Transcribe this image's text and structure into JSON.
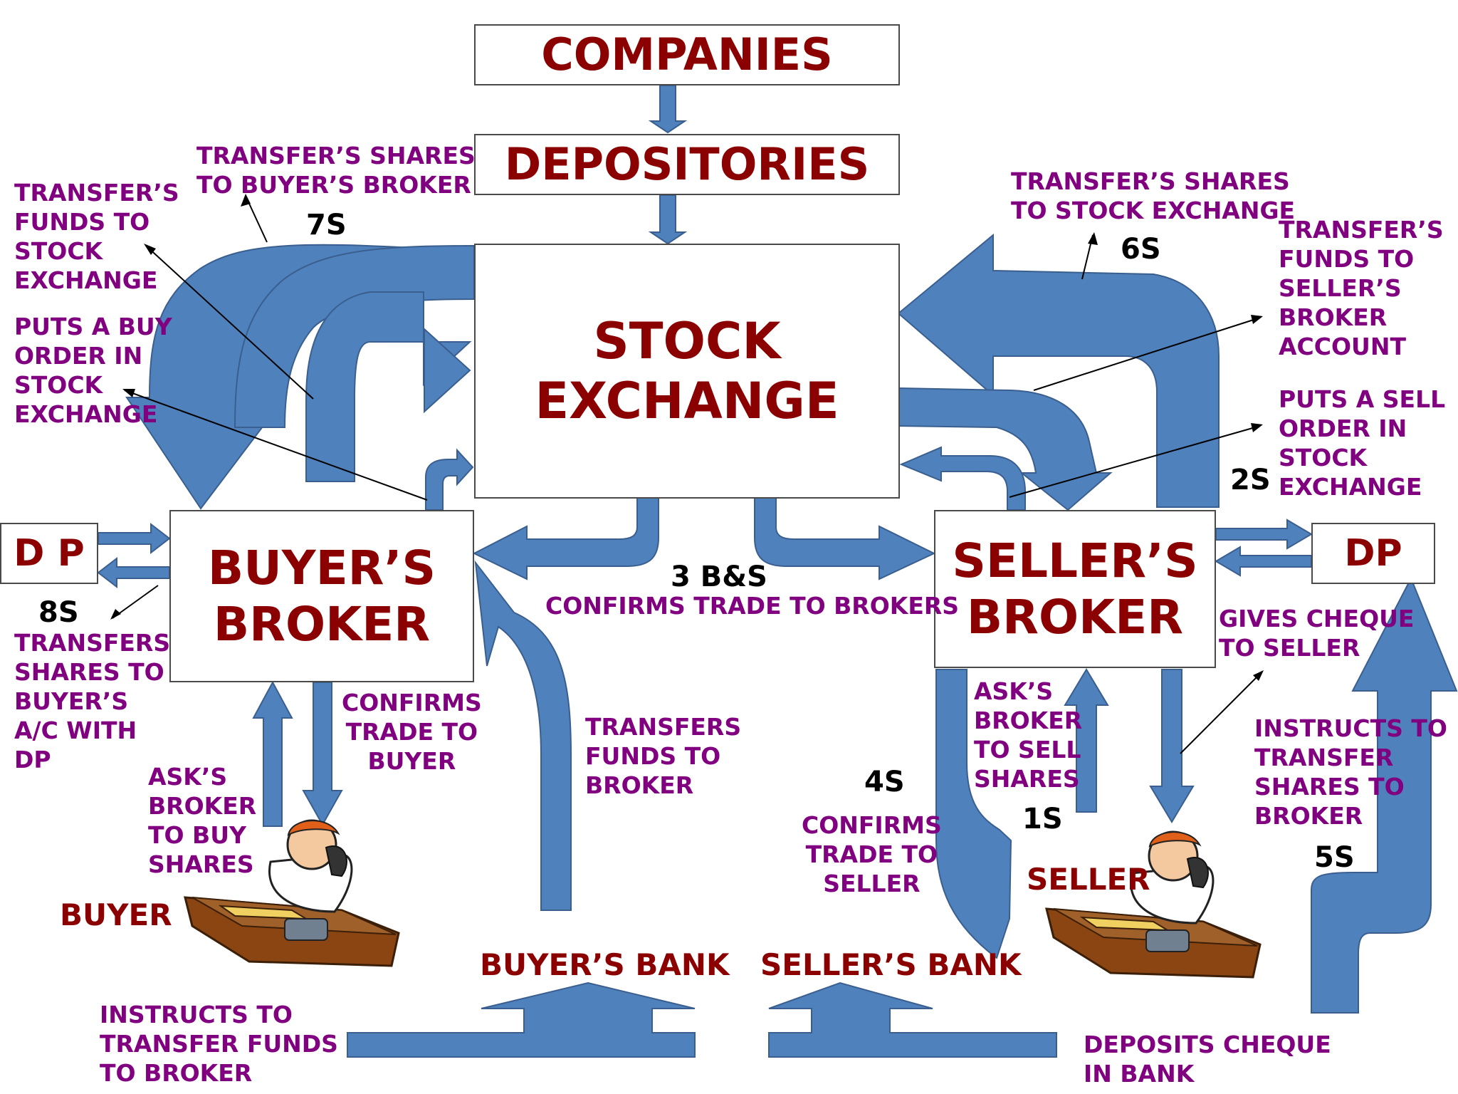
{
  "nodes": {
    "companies": "COMPANIES",
    "depositories": "DEPOSITORIES",
    "stock_exchange": "STOCK\nEXCHANGE",
    "buyers_broker": "BUYER’S\nBROKER",
    "sellers_broker": "SELLER’S\nBROKER",
    "dp_left": "D P",
    "dp_right": "DP",
    "buyer": "BUYER",
    "seller": "SELLER",
    "buyers_bank": "BUYER’S BANK",
    "sellers_bank": "SELLER’S BANK"
  },
  "labels": {
    "transfer_shares_to_buyers_broker": "TRANSFER’S SHARES\nTO BUYER’S BROKER",
    "transfer_funds_to_stock_exchange": "TRANSFER’S\nFUNDS TO\nSTOCK\nEXCHANGE",
    "puts_buy_order": "PUTS A BUY\nORDER IN\nSTOCK\nEXCHANGE",
    "transfers_shares_to_buyer_ac": "TRANSFERS\nSHARES TO\nBUYER’S\nA/C WITH\nDP",
    "asks_broker_to_buy": "ASK’S\nBROKER\nTO BUY\nSHARES",
    "confirms_trade_to_buyer": "CONFIRMS\nTRADE TO\nBUYER",
    "transfers_funds_to_broker": "TRANSFERS\nFUNDS TO\nBROKER",
    "confirms_trade_to_brokers": "CONFIRMS TRADE TO BROKERS",
    "instructs_transfer_funds": "INSTRUCTS TO\nTRANSFER FUNDS\nTO BROKER",
    "transfer_shares_to_stock_exchange": "TRANSFER’S SHARES\nTO STOCK EXCHANGE",
    "transfer_funds_to_sellers_broker": "TRANSFER’S\nFUNDS TO\nSELLER’S\nBROKER\nACCOUNT",
    "puts_sell_order": "PUTS A SELL\nORDER IN\nSTOCK\nEXCHANGE",
    "gives_cheque_to_seller": "GIVES CHEQUE\nTO SELLER",
    "asks_broker_to_sell": "ASK’S\nBROKER\nTO SELL\nSHARES",
    "instructs_transfer_shares": "INSTRUCTS TO\nTRANSFER\nSHARES TO\nBROKER",
    "confirms_trade_to_seller": "CONFIRMS\nTRADE TO\nSELLER",
    "deposits_cheque": "DEPOSITS CHEQUE\nIN BANK"
  },
  "steps": {
    "s7": "7S",
    "s6": "6S",
    "s2": "2S",
    "s8": "8S",
    "s3": "3 B&S",
    "s4": "4S",
    "s1": "1S",
    "s5": "5S"
  },
  "colors": {
    "arrow_fill": "#4f81bd",
    "arrow_stroke": "#3a5f8f",
    "node_text": "#8b0000",
    "label_text": "#800080",
    "step_text": "#000000"
  },
  "icons": {
    "buyer": "person-on-phone-icon",
    "seller": "person-on-phone-icon"
  }
}
